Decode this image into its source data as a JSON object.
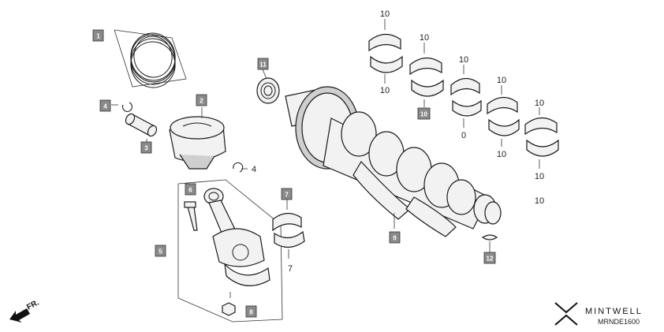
{
  "callouts": {
    "c1": "1",
    "c2": "2",
    "c3": "3",
    "c4a": "4",
    "c4b": "4",
    "c5": "5",
    "c6": "6",
    "c7a": "7",
    "c7b": "7",
    "c8": "8",
    "c9": "9",
    "c10": "10",
    "c11": "11",
    "c12": "12",
    "n10a": "10",
    "n10b": "10",
    "n10c": "10",
    "n10d": "10",
    "n10e": "10",
    "n10f": "10",
    "n10g": "10",
    "n10h": "10",
    "n10i": "10",
    "n0": "0"
  },
  "direction_label": "FR.",
  "brand": {
    "name": "MINTWELL",
    "code": "MRNDE1600"
  }
}
